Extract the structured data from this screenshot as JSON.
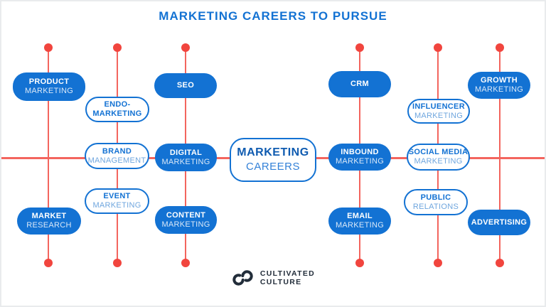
{
  "title": "MARKETING CAREERS TO PURSUE",
  "center": {
    "line1": "MARKETING",
    "line2": "CAREERS"
  },
  "nodes": {
    "product": {
      "line1": "PRODUCT",
      "line2": "MARKETING"
    },
    "endo": {
      "line1": "ENDO-",
      "line2": "MARKETING"
    },
    "seo": {
      "line1": "SEO"
    },
    "brand": {
      "line1": "BRAND",
      "line2": "MANAGEMENT"
    },
    "digital": {
      "line1": "DIGITAL",
      "line2": "MARKETING"
    },
    "event": {
      "line1": "EVENT",
      "line2": "MARKETING"
    },
    "market": {
      "line1": "MARKET",
      "line2": "RESEARCH"
    },
    "content": {
      "line1": "CONTENT",
      "line2": "MARKETING"
    },
    "crm": {
      "line1": "CRM"
    },
    "influencer": {
      "line1": "INFLUENCER",
      "line2": "MARKETING"
    },
    "inbound": {
      "line1": "INBOUND",
      "line2": "MARKETING"
    },
    "social": {
      "line1": "SOCIAL MEDIA",
      "line2": "MARKETING"
    },
    "public": {
      "line1": "PUBLIC",
      "line2": "RELATIONS"
    },
    "email": {
      "line1": "EMAIL",
      "line2": "MARKETING"
    },
    "growth": {
      "line1": "GROWTH",
      "line2": "MARKETING"
    },
    "advertising": {
      "line1": "ADVERTISING"
    }
  },
  "logo": {
    "line1": "CULTIVATED",
    "line2": "CULTURE",
    "icon": "interlocked-rings-icon"
  },
  "colors": {
    "blue": "#1372D3",
    "blue-dark": "#0F5BB0",
    "blue-mid": "#3381D8",
    "blue-light": "#6FA6DE",
    "white-soft": "#D9E8F8",
    "red-line": "#F3655E",
    "red-dot": "#F1453E",
    "navy": "#222D3A",
    "frame": "#E9EBED"
  }
}
